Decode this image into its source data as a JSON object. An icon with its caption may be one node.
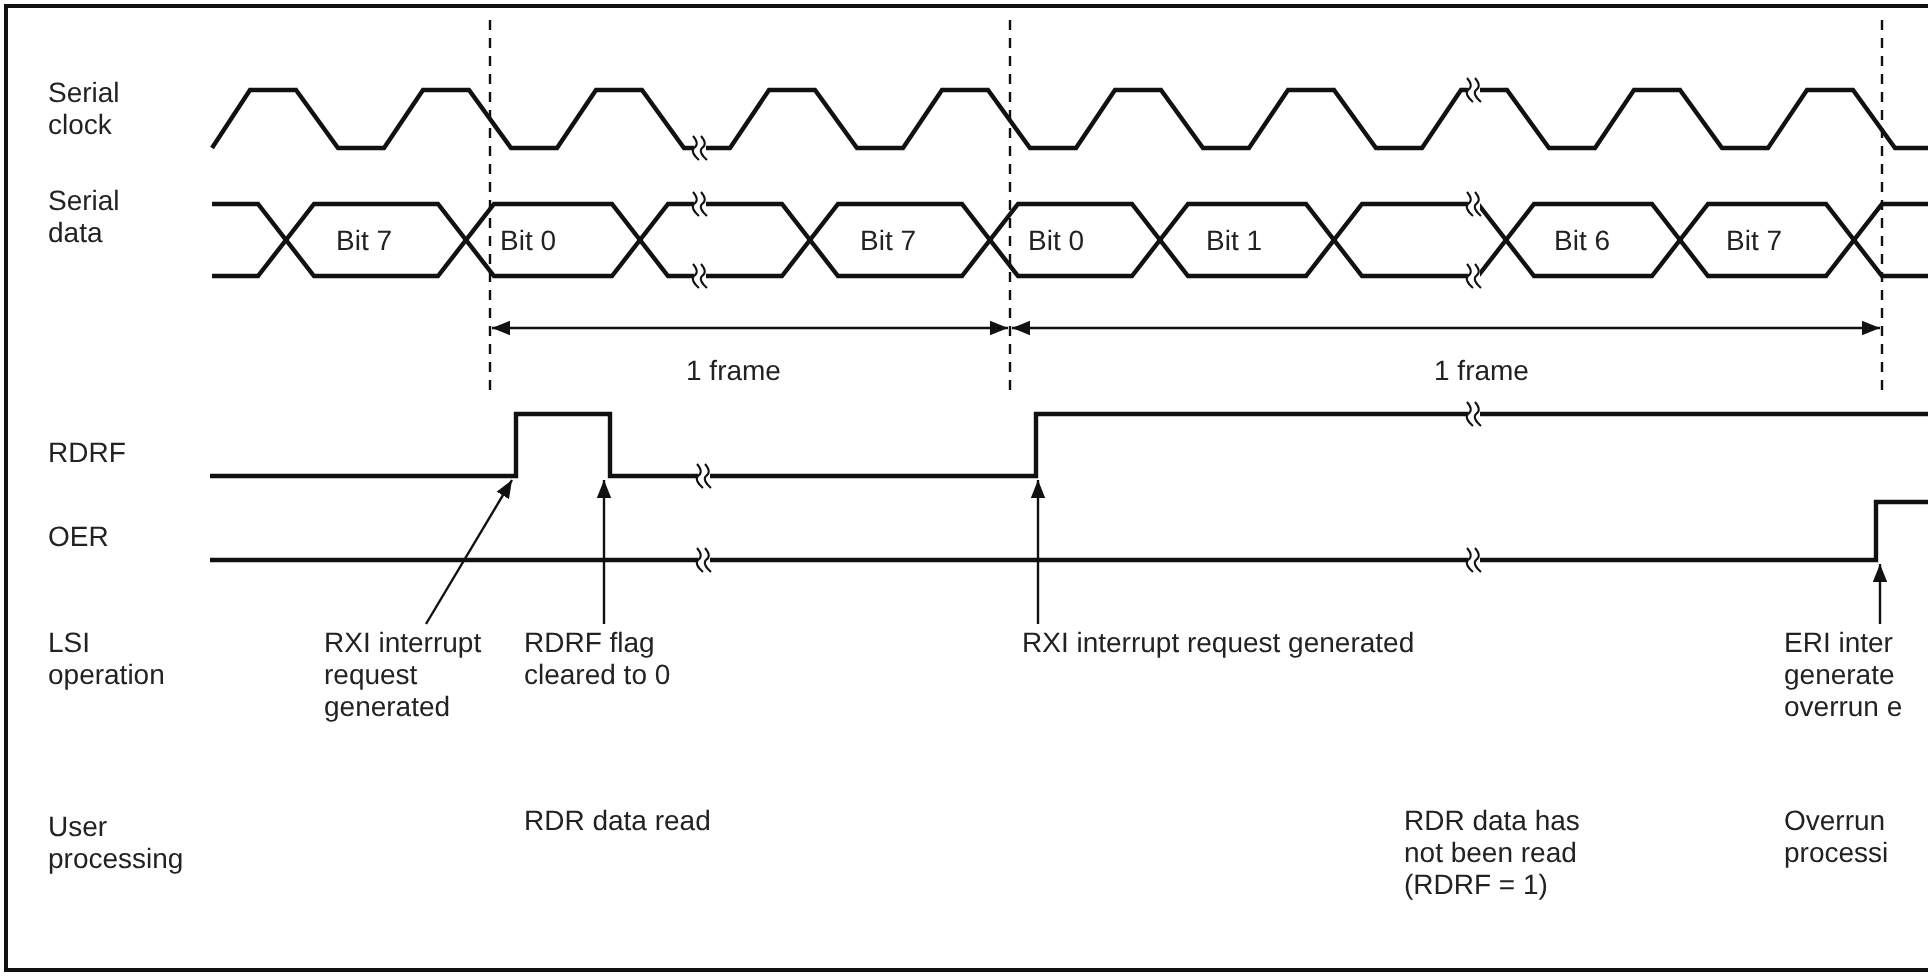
{
  "diagram": {
    "nodes": [
      {
        "text": [],
        "shape": "picture"
      },
      {
        "text": [],
        "shape": "picture"
      },
      {
        "text": [
          "RXI interrupt request generated"
        ]
      },
      {
        "text": [
          "RDRF flag cleared to 0"
        ]
      },
      {
        "text": [
          "RXI interrupt request generated"
        ]
      },
      {
        "text": [
          "ERI inter generate overrun e"
        ]
      }
    ],
    "edges": [
      {
        "from": 2,
        "to": 0,
        "arrow": "to"
      },
      {
        "from": 3,
        "to": 0,
        "arrow": "to"
      },
      {
        "from": 4,
        "to": 0,
        "arrow": "to"
      },
      {
        "from": 5,
        "to": 1,
        "arrow": "to"
      }
    ],
    "labels": [
      "Serial clock",
      "Serial data",
      "Bit 7",
      "Bit 0",
      "Bit 7",
      "Bit 0",
      "Bit 1",
      "Bit 6",
      "Bit 7",
      "1 frame",
      "1 frame",
      "RDRF",
      "OER",
      "LSI operation",
      "User processing",
      "RDR data read",
      "RDR data has not been read (RDRF = 1)",
      "Overrun processi"
    ]
  }
}
